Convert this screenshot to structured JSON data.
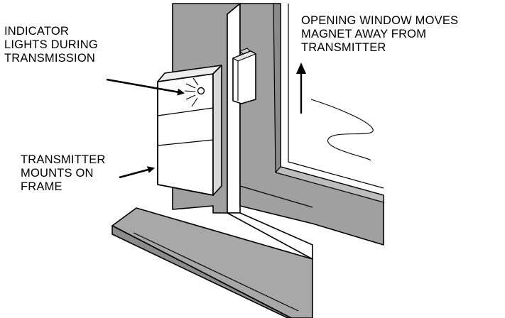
{
  "labels": {
    "indicator": [
      "INDICATOR",
      "LIGHTS DURING",
      "TRANSMISSION"
    ],
    "transmitter": [
      "TRANSMITTER",
      "MOUNTS ON",
      "FRAME"
    ],
    "opening": [
      "OPENING WINDOW MOVES",
      "MAGNET AWAY FROM",
      "TRANSMITTER"
    ]
  },
  "colors": {
    "frame_gray": "#a0a0a0",
    "outline": "#000000",
    "device_white": "#ffffff",
    "background": "#ffffff"
  }
}
